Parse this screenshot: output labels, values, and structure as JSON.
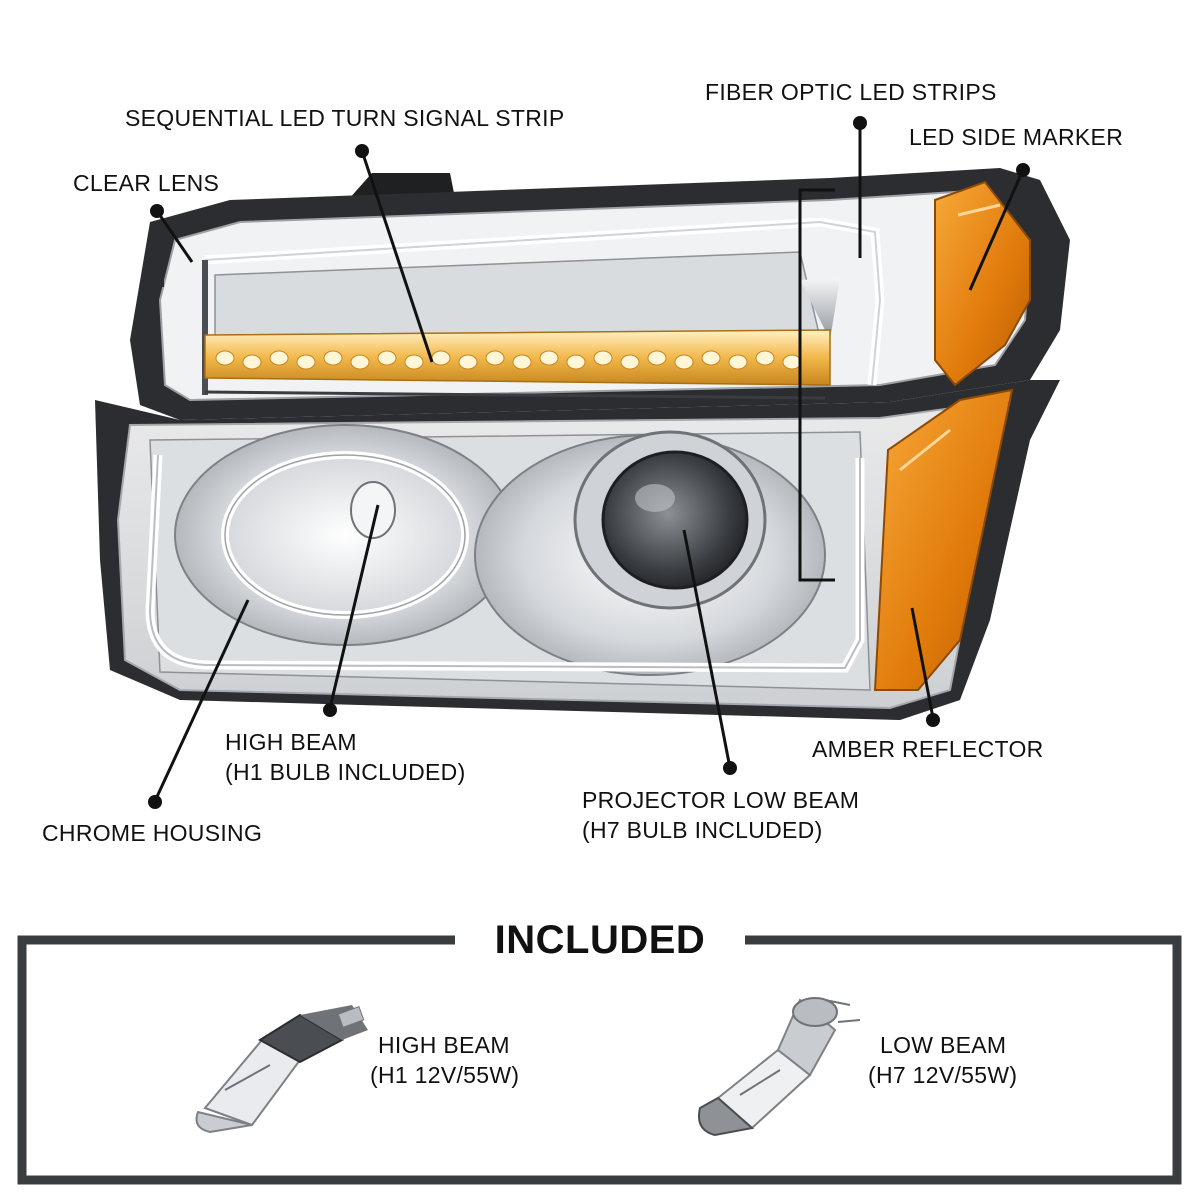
{
  "callouts": {
    "fiber_optic": "FIBER OPTIC LED STRIPS",
    "sequential": "SEQUENTIAL LED TURN SIGNAL STRIP",
    "side_marker": "LED SIDE MARKER",
    "clear_lens": "CLEAR LENS",
    "high_beam_line1": "HIGH BEAM",
    "high_beam_line2": "(H1 BULB INCLUDED)",
    "amber_reflector": "AMBER REFLECTOR",
    "projector_line1": "PROJECTOR LOW BEAM",
    "projector_line2": "(H7 BULB INCLUDED)",
    "chrome_housing": "CHROME HOUSING"
  },
  "included": {
    "title": "INCLUDED",
    "h1_line1": "HIGH BEAM",
    "h1_line2": "(H1 12V/55W)",
    "h7_line1": "LOW BEAM",
    "h7_line2": "(H7 12V/55W)"
  },
  "colors": {
    "amber": "#e8860c",
    "led_yellow": "#f2b84b",
    "housing_dark": "#2a2c2e",
    "chrome": "#c9ccd0",
    "leader": "#111111",
    "box_border": "#3a3d40"
  }
}
